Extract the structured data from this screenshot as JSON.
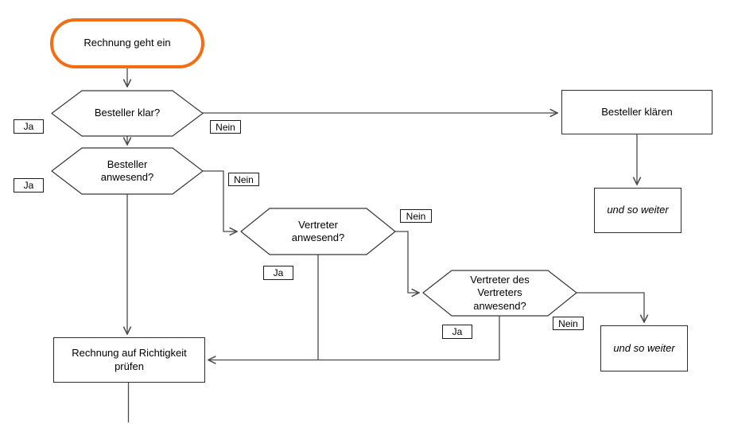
{
  "nodes": {
    "start": "Rechnung geht ein",
    "decision_besteller_klar": "Besteller klar?",
    "decision_besteller_anwesend": "Besteller anwesend?",
    "decision_vertreter_anwesend": "Vertreter anwesend?",
    "decision_vertreter_des_vertreters": "Vertreter des Vertreters anwesend?",
    "process_besteller_klaeren": "Besteller klären",
    "process_rechnung_pruefen": "Rechnung auf Richtigkeit prüfen",
    "etc_top_right": "und so weiter",
    "etc_bottom_right": "und so weiter"
  },
  "edge_labels": {
    "ja": "Ja",
    "nein": "Nein"
  },
  "colors": {
    "start_border": "#F36D13",
    "connector": "#4a4a4a",
    "shape_border": "#383838",
    "background": "#ffffff",
    "text": "#000000"
  }
}
